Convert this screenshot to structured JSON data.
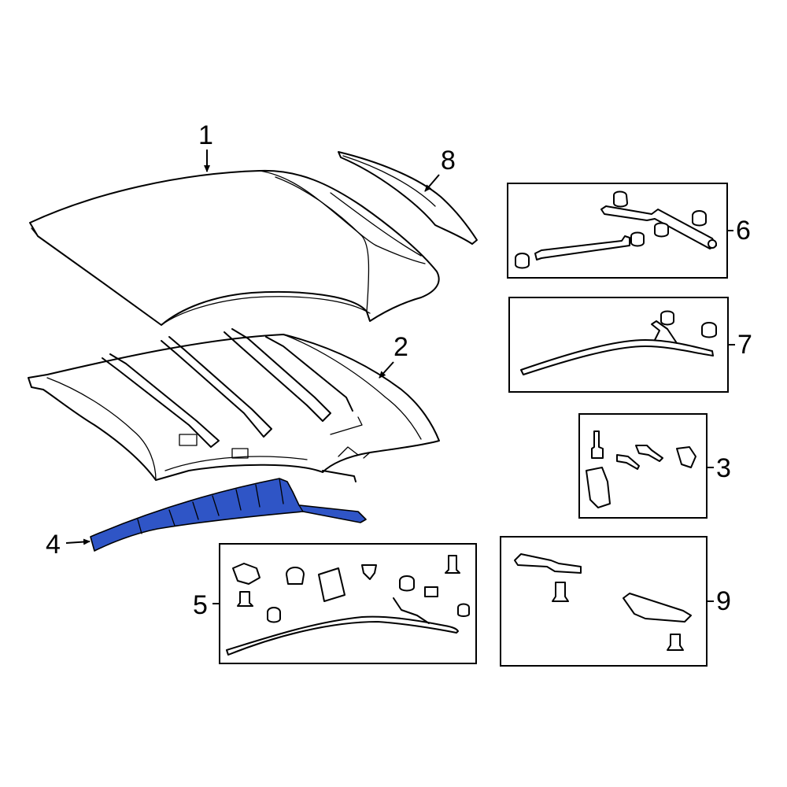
{
  "callouts": {
    "c1": "1",
    "c2": "2",
    "c3": "3",
    "c4": "4",
    "c5": "5",
    "c6": "6",
    "c7": "7",
    "c8": "8",
    "c9": "9"
  },
  "highlighted_part": "4",
  "colors": {
    "highlight": "#2f55c6",
    "line": "#000000",
    "background": "#ffffff"
  }
}
